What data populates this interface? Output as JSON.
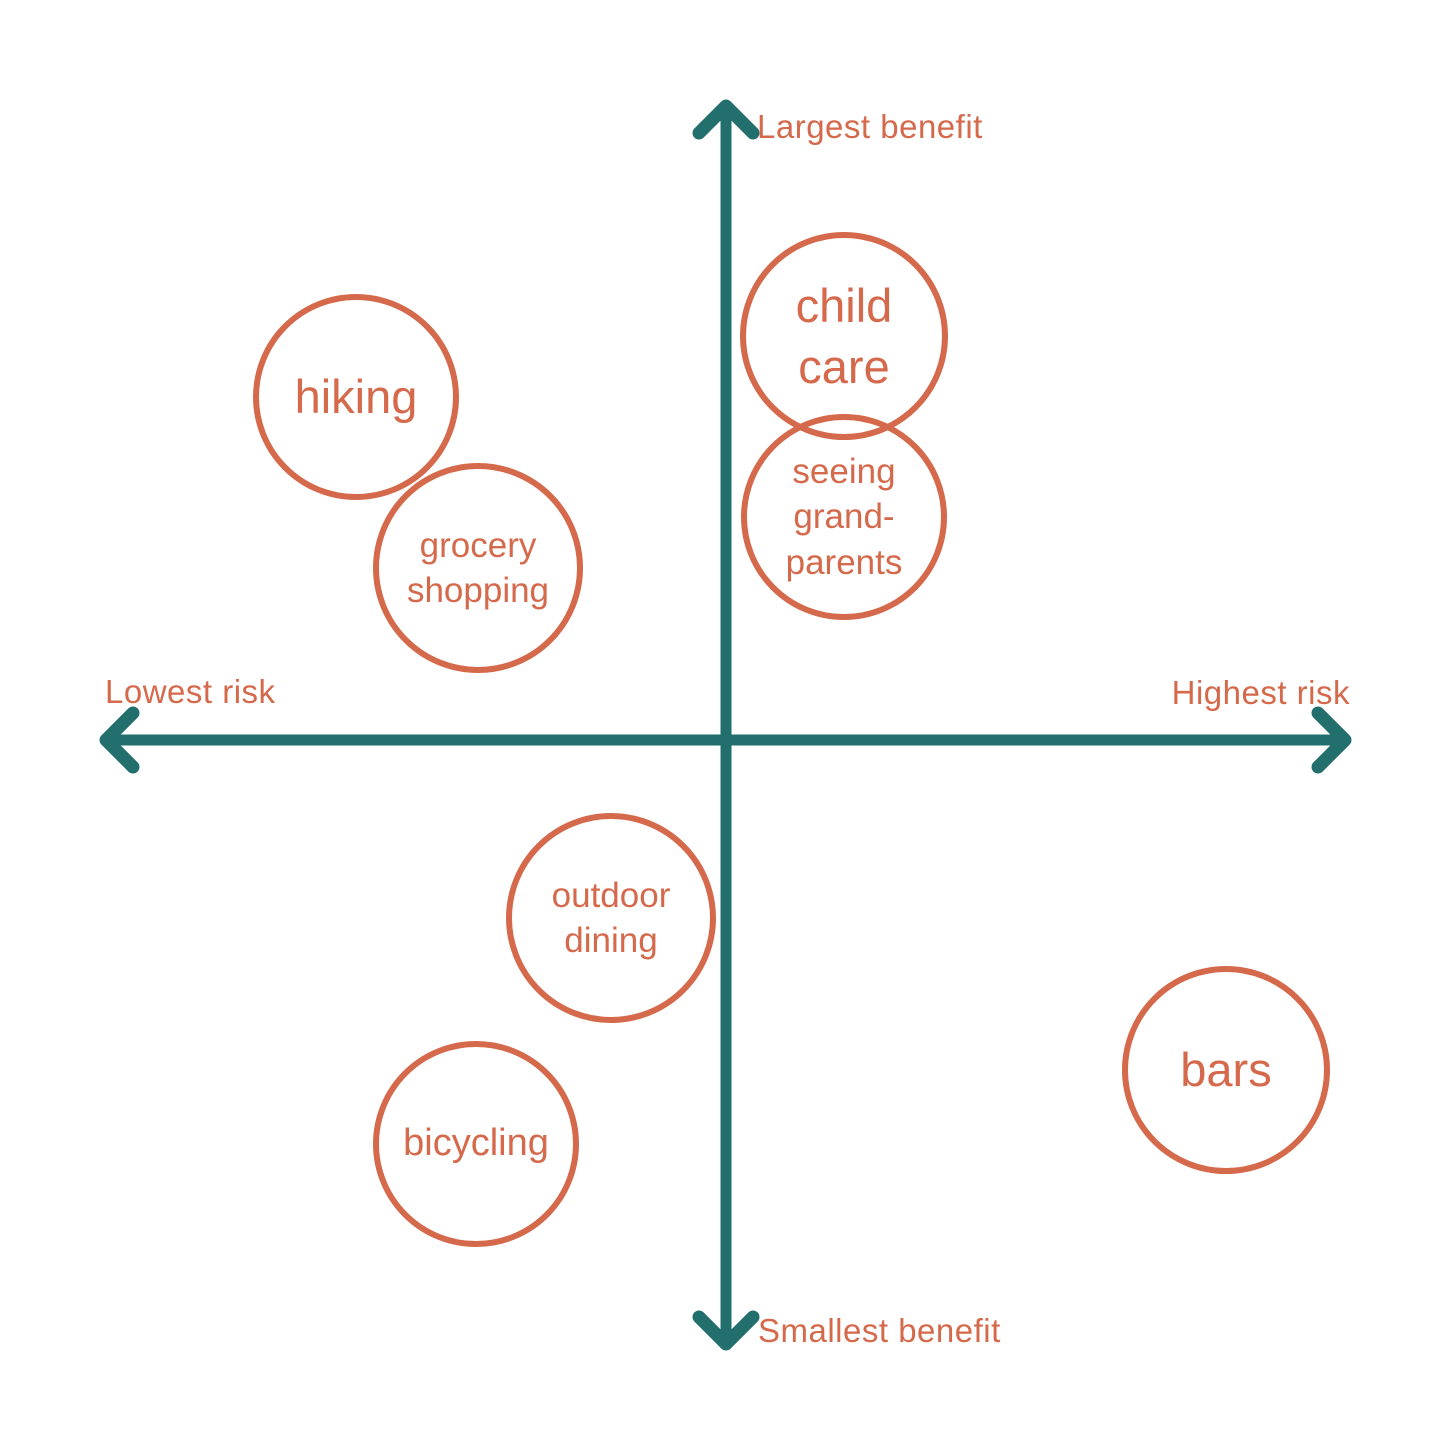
{
  "colors": {
    "bubble_orange": "#D5694B",
    "axis_teal": "#226F6E",
    "background": "#FFFFFF"
  },
  "axes": {
    "y_top_label": "Largest benefit",
    "y_bottom_label": "Smallest benefit",
    "x_left_label": "Lowest risk",
    "x_right_label": "Highest risk"
  },
  "bubbles": [
    {
      "label": "hiking",
      "lines": [
        "hiking"
      ],
      "size": "large"
    },
    {
      "label": "grocery shopping",
      "lines": [
        "grocery",
        "shopping"
      ],
      "size": "small"
    },
    {
      "label": "child care",
      "lines": [
        "child",
        "care"
      ],
      "size": "large"
    },
    {
      "label": "seeing grandparents",
      "lines": [
        "seeing",
        "grand-",
        "parents"
      ],
      "size": "small"
    },
    {
      "label": "outdoor dining",
      "lines": [
        "outdoor",
        "dining"
      ],
      "size": "small"
    },
    {
      "label": "bicycling",
      "lines": [
        "bicycling"
      ],
      "size": "medium"
    },
    {
      "label": "bars",
      "lines": [
        "bars"
      ],
      "size": "large"
    }
  ],
  "chart_data": {
    "type": "scatter",
    "title": "",
    "x_axis": {
      "left_label": "Lowest risk",
      "right_label": "Highest risk",
      "range": [
        -1,
        1
      ]
    },
    "y_axis": {
      "bottom_label": "Smallest benefit",
      "top_label": "Largest benefit",
      "range": [
        -1,
        1
      ]
    },
    "grid": false,
    "points": [
      {
        "label": "hiking",
        "risk": -0.59,
        "benefit": 0.54
      },
      {
        "label": "grocery shopping",
        "risk": -0.4,
        "benefit": 0.27
      },
      {
        "label": "child care",
        "risk": 0.19,
        "benefit": 0.63
      },
      {
        "label": "seeing grandparents",
        "risk": 0.19,
        "benefit": 0.35
      },
      {
        "label": "outdoor dining",
        "risk": -0.18,
        "benefit": -0.28
      },
      {
        "label": "bicycling",
        "risk": -0.4,
        "benefit": -0.63
      },
      {
        "label": "bars",
        "risk": 0.8,
        "benefit": -0.52
      }
    ]
  }
}
